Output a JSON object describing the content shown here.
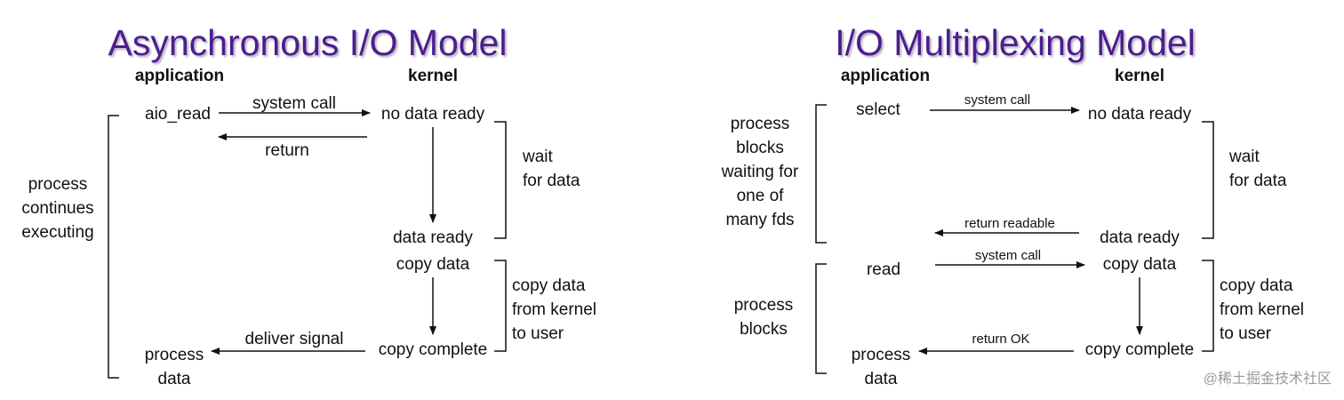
{
  "left": {
    "title": "Asynchronous I/O Model",
    "header_app": "application",
    "header_kernel": "kernel",
    "aio_read": "aio_read",
    "system_call": "system call",
    "no_data_ready": "no data ready",
    "return": "return",
    "wait": "wait",
    "for_data": "for data",
    "process_continues": [
      "process",
      "continues",
      "executing"
    ],
    "data_ready": "data ready",
    "copy_data": "copy data",
    "copy_from": [
      "copy data",
      "from kernel",
      "to user"
    ],
    "deliver_signal": "deliver signal",
    "copy_complete": "copy complete",
    "process_data": [
      "process",
      "data"
    ]
  },
  "right": {
    "title": "I/O Multiplexing Model",
    "header_app": "application",
    "header_kernel": "kernel",
    "select": "select",
    "system_call_1": "system call",
    "no_data_ready": "no data ready",
    "process_blocks_waiting": [
      "process",
      "blocks",
      "waiting for",
      "one of",
      "many fds"
    ],
    "wait": "wait",
    "for_data": "for data",
    "return_readable": "return readable",
    "data_ready": "data ready",
    "read": "read",
    "system_call_2": "system call",
    "copy_data": "copy data",
    "process_blocks": [
      "process",
      "blocks"
    ],
    "copy_from": [
      "copy data",
      "from kernel",
      "to user"
    ],
    "return_ok": "return OK",
    "copy_complete": "copy complete",
    "process_data": [
      "process",
      "data"
    ]
  },
  "watermark": "@稀土掘金技术社区"
}
